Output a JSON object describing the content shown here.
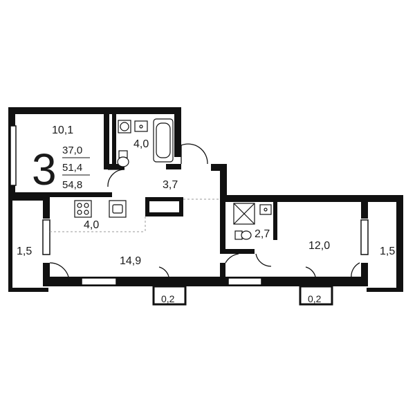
{
  "plan": {
    "room_count": "3",
    "living_area": "37,0",
    "total_area": "51,4",
    "total_area_with_balconies": "54,8"
  },
  "rooms": {
    "bedroom_top_left": "10,1",
    "bathroom": "4,0",
    "hallway": "3,7",
    "kitchen": "4,0",
    "living_room": "14,9",
    "shower_room": "2,7",
    "bedroom_right": "12,0",
    "balcony_left": "1,5",
    "balcony_right": "1,5",
    "loggia_left": "0,2",
    "loggia_right": "0,2"
  }
}
